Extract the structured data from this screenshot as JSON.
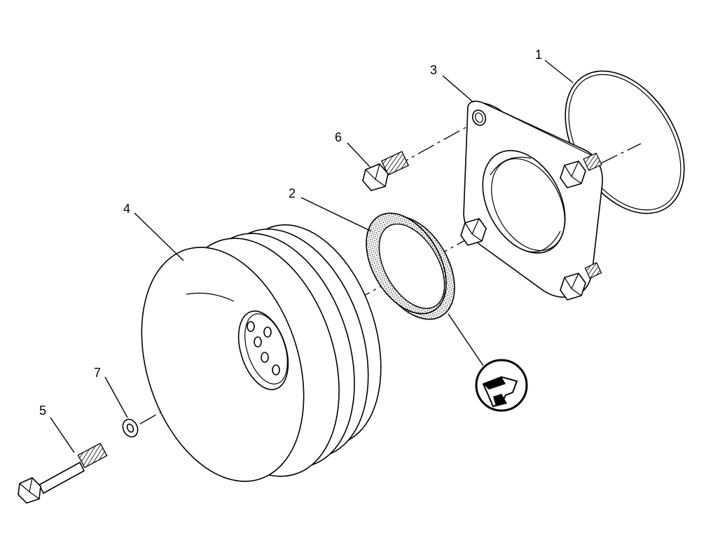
{
  "callouts": {
    "c1": "1",
    "c2": "2",
    "c3": "3",
    "c4": "4",
    "c5": "5",
    "c6": "6",
    "c7": "7"
  },
  "icons": {
    "detail": "seal-installation-tool-icon"
  }
}
